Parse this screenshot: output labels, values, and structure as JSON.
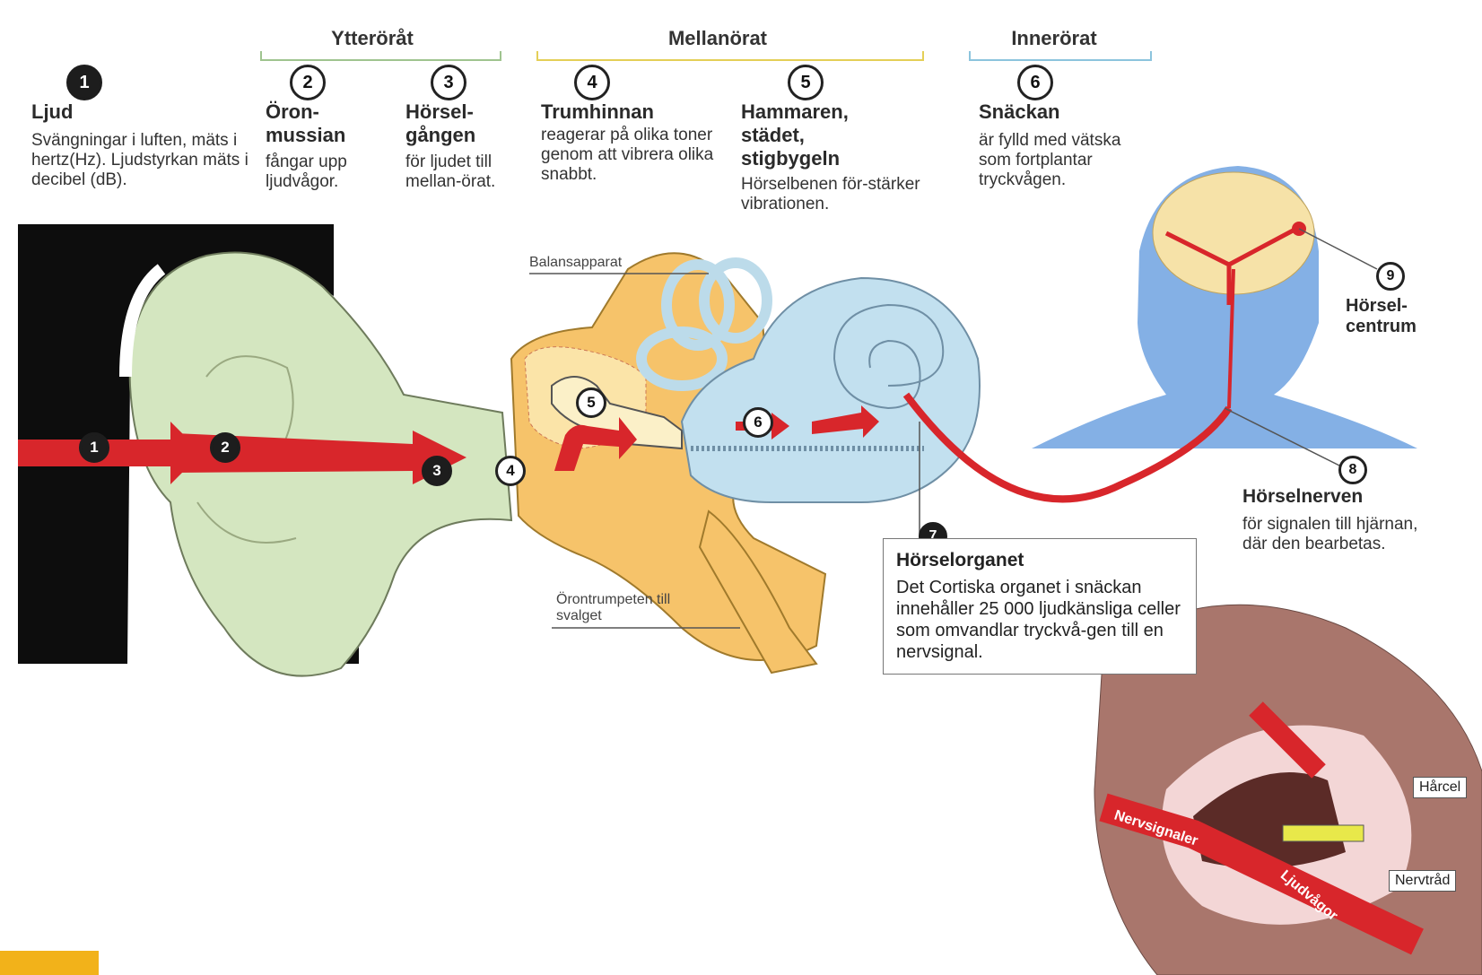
{
  "sections": {
    "outer": "Ytteröråt",
    "middle": "Mellanörat",
    "inner": "Innerörat"
  },
  "steps": [
    {
      "n": "1",
      "title": "Ljud",
      "text": "Svängningar i luften, mäts i hertz(Hz). Ljudstyrkan mäts i decibel (dB)."
    },
    {
      "n": "2",
      "title": "Öron-mussian",
      "text": "fångar upp ljudvågor."
    },
    {
      "n": "3",
      "title": "Hörsel-gången",
      "text": "för ljudet till mellan-örat."
    },
    {
      "n": "4",
      "title": "Trumhinnan",
      "text": "reagerar på olika toner genom att vibrera olika snabbt."
    },
    {
      "n": "5",
      "title": "Hammaren, städet, stigbygeln",
      "text": "Hörselbenen för-stärker vibrationen."
    },
    {
      "n": "6",
      "title": "Snäckan",
      "text": "är fylld med vätska som fortplantar tryckvågen."
    }
  ],
  "callout7": {
    "n": "7",
    "title": "Hörselorganet",
    "text": "Det Cortiska organet i snäckan innehåller 25 000 ljudkänsliga celler som omvandlar tryckvå-gen till en nervsignal."
  },
  "label8": {
    "n": "8",
    "title": "Hörselnerven",
    "text": "för signalen till hjärnan, där den bearbetas."
  },
  "label9": {
    "n": "9",
    "title": "Hörsel-centrum"
  },
  "labels": {
    "balans": "Balansapparat",
    "trumpet": "Örontrumpeten till svalget",
    "harcell": "Hårcel",
    "nervtrad": "Nervtråd",
    "nervsignaler": "Nervsignaler",
    "ljudvagor": "Ljudvågor"
  },
  "arrow_numbers": [
    "1",
    "2",
    "3",
    "4",
    "5",
    "6"
  ],
  "colors": {
    "arrow": "#d8262b",
    "outer_ear": "#d7e6c4",
    "middle_ear": "#f5c56b",
    "inner_ear": "#bfe0f0",
    "head": "#3d86d9",
    "brain": "#f6e2a8"
  }
}
